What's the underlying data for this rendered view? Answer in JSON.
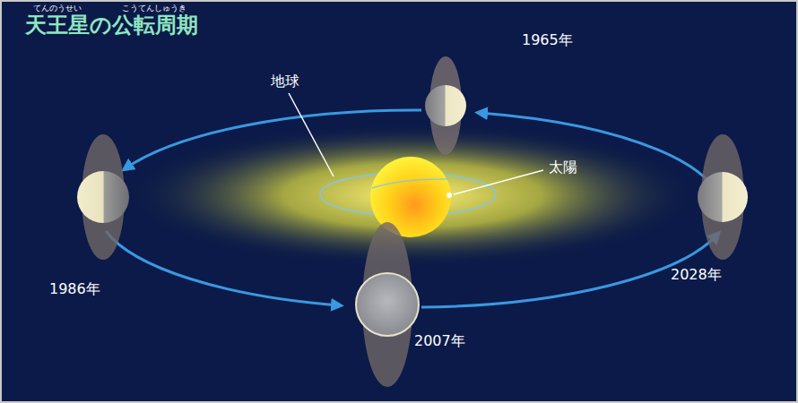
{
  "diagram": {
    "title": "天王星の公転周期",
    "labels": [
      "てんのうせい",
      "こうてんしゅうき",
      "1965年",
      "地球",
      "太陽",
      "1986年",
      "2007年",
      "2028年"
    ]
  }
}
